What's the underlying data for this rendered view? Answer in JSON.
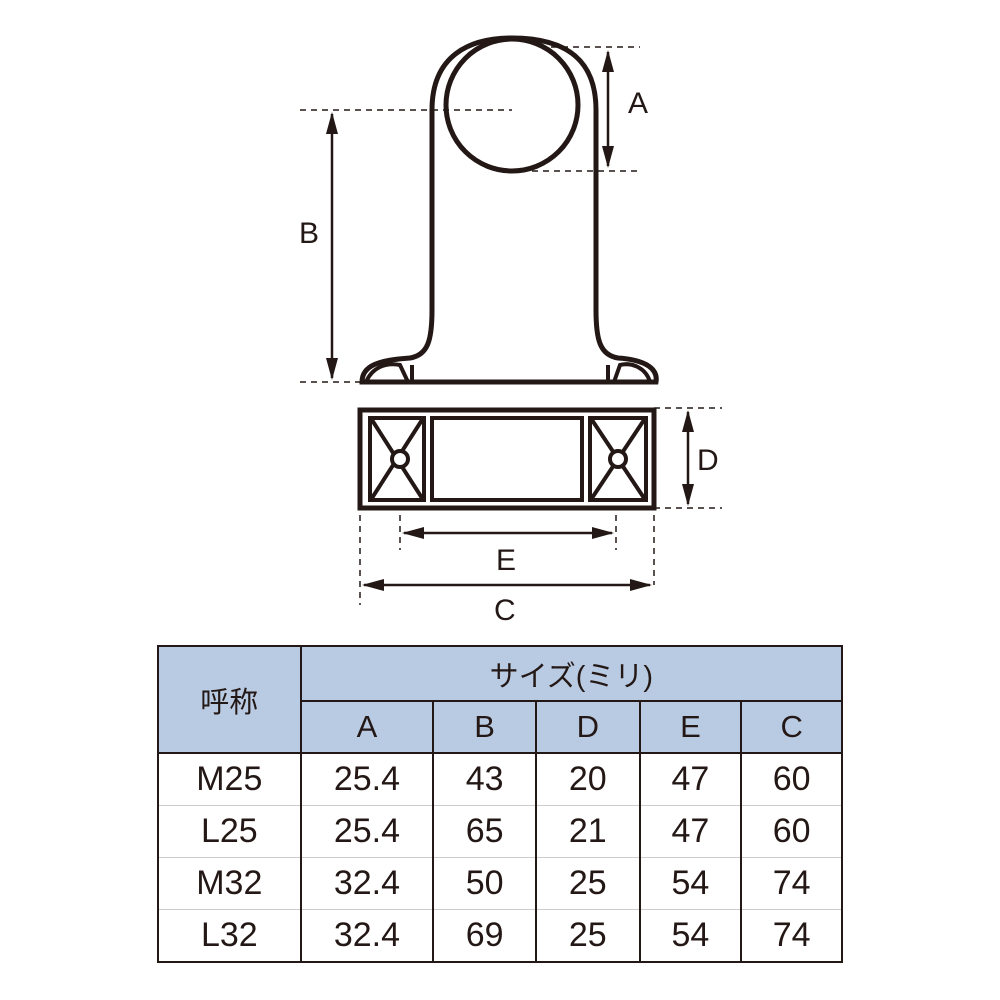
{
  "diagram": {
    "dimension_labels": {
      "A": "A",
      "B": "B",
      "C": "C",
      "D": "D",
      "E": "E"
    }
  },
  "table": {
    "name_header": "呼称",
    "size_header": "サイズ(ミリ)",
    "columns": [
      "A",
      "B",
      "D",
      "E",
      "C"
    ],
    "rows": [
      {
        "name": "M25",
        "values": [
          "25.4",
          "43",
          "20",
          "47",
          "60"
        ]
      },
      {
        "name": "L25",
        "values": [
          "25.4",
          "65",
          "21",
          "47",
          "60"
        ]
      },
      {
        "name": "M32",
        "values": [
          "32.4",
          "50",
          "25",
          "54",
          "74"
        ]
      },
      {
        "name": "L32",
        "values": [
          "32.4",
          "69",
          "25",
          "54",
          "74"
        ]
      }
    ]
  },
  "colors": {
    "header_bg": "#b9cbe3",
    "line": "#231815"
  }
}
